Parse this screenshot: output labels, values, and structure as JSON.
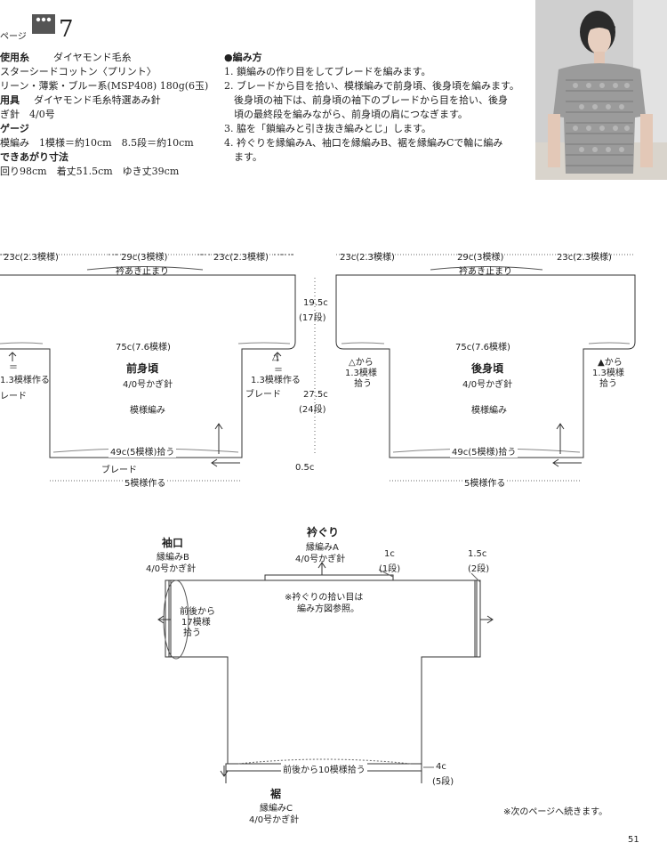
{
  "header": {
    "page_suffix": "ページ",
    "pattern_number": "7"
  },
  "materials": {
    "yarn_title": "使用糸",
    "yarn_brand": "ダイヤモンド毛糸",
    "yarn_name": "スターシードコットン〈プリント〉",
    "yarn_color": "リーン・薄紫・ブルー系(MSP408) 180g(6玉)",
    "tools_title": "用具",
    "tools_value": "ダイヤモンド毛糸特選あみ針",
    "hook": "ぎ針　4/0号",
    "gauge_title": "ゲージ",
    "gauge_value": "模編み　1模様＝約10cm　8.5段＝約10cm",
    "size_title": "できあがり寸法",
    "size_value": "回り98cm　着丈51.5cm　ゆき丈39cm"
  },
  "instructions": {
    "title": "●編み方",
    "steps": [
      "1. 鎖編みの作り目をしてブレードを編みます。",
      "2. ブレードから目を拾い、模様編みで前身頃、後身頃を編みます。",
      "　後身頃の袖下は、前身頃の袖下のブレードから目を拾い、後身",
      "　頃の最終段を編みながら、前身頃の肩につなぎます。",
      "3. 脇を「鎖編みと引き抜き編みとじ」します。",
      "4. 衿ぐりを縁編みA、袖口を縁編みB、裾を縁編みCで輪に編み",
      "　ます。"
    ]
  },
  "front": {
    "top_left": "23c(2.3模様)",
    "top_mid": "29c(3模様)",
    "top_right": "23c(2.3模様)",
    "neck_stop": "衿あき止まり",
    "width": "75c(7.6模様)",
    "title": "前身頃",
    "hook": "4/0号かぎ針",
    "stitch": "模様編み",
    "hem_pick": "49c(5模様)拾う",
    "braid": "ブレード",
    "braid_make": "5模様作る",
    "left_make": "1.3模様作る",
    "left_braid": "レード",
    "right_make": "1.3模様作る",
    "right_braid": "ブレード",
    "equals_mark": "＝",
    "triangle": "△"
  },
  "measures": {
    "upper": "19.5c",
    "upper_rows": "(17段)",
    "lower": "27.5c",
    "lower_rows": "(24段)",
    "gap": "0.5c"
  },
  "back": {
    "top_left": "23c(2.3模様)",
    "top_mid": "29c(3模様)",
    "top_right": "23c(2.3模様)",
    "neck_stop": "衿あき止まり",
    "width": "75c(7.6模様)",
    "title": "後身頃",
    "hook": "4/0号かぎ針",
    "stitch": "模様編み",
    "hem_pick": "49c(5模様)拾う",
    "braid_make": "5模様作る",
    "left_from": "△から",
    "left_pick1": "1.3模様",
    "left_pick2": "拾う",
    "right_from": "▲から",
    "right_pick1": "1.3模様",
    "right_pick2": "拾う"
  },
  "assembly": {
    "cuff_title": "袖口",
    "cuff_edge": "縁編みB",
    "cuff_hook": "4/0号かぎ針",
    "cuff_pick1": "前後から",
    "cuff_pick2": "17模様",
    "cuff_pick3": "拾う",
    "neck_title": "衿ぐり",
    "neck_edge": "縁編みA",
    "neck_hook": "4/0号かぎ針",
    "neck_h": "1c",
    "neck_rows": "(1段)",
    "sleeve_h": "1.5c",
    "sleeve_rows": "(2段)",
    "note1": "※衿ぐりの拾い目は",
    "note2": "編み方図参照。",
    "hem_pick": "前後から10模様拾う",
    "hem_h": "4c",
    "hem_rows": "(5段)",
    "hem_title": "裾",
    "hem_edge": "縁編みC",
    "hem_hook": "4/0号かぎ針"
  },
  "footer": {
    "continued": "※次のページへ続きます。",
    "page_number": "51"
  }
}
